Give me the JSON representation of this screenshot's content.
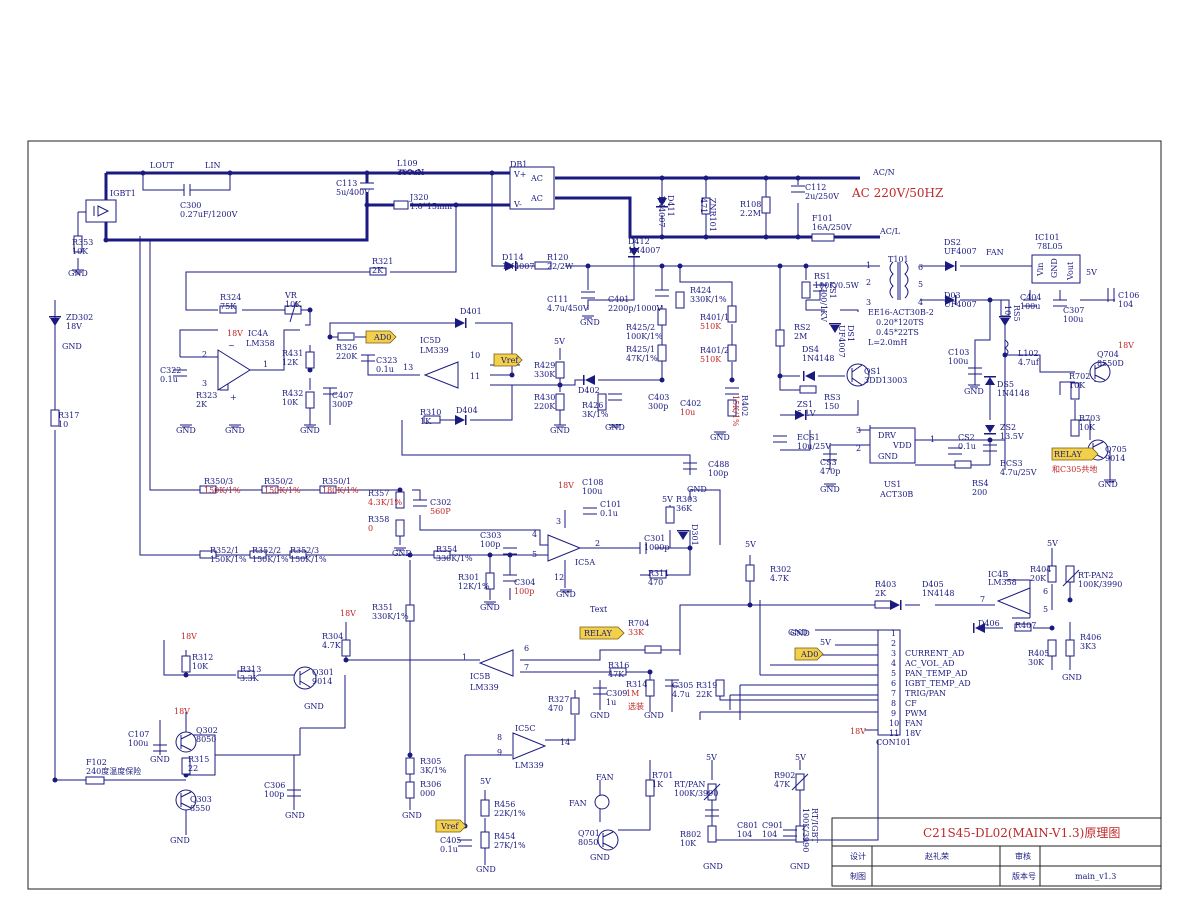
{
  "title_block": {
    "drawing_title": "C21S45-DL02(MAIN-V1.3)原理图",
    "design_label": "设计",
    "designer": "赵礼荣",
    "review_label": "审核",
    "drafting_label": "制图",
    "version_label": "版本号",
    "version": "main_v1.3"
  },
  "notes": {
    "mains": "AC 220V/50HZ",
    "ac_n": "AC/N",
    "ac_l": "AC/L",
    "ac1": "AC",
    "ac2": "AC",
    "vplus": "V+",
    "vminus": "V-",
    "text": "Text",
    "relay_note": "和C305共地",
    "option": "选装",
    "pin_inv": "~",
    "pin_gnd": "+"
  },
  "ports": {
    "lout": "LOUT",
    "lin": "LIN",
    "vref1": "Vref",
    "vref2": "Vref",
    "ad0_1": "AD0",
    "ad0_2": "AD0",
    "relay1": "RELAY",
    "relay2": "RELAY",
    "fan1": "FAN",
    "fan2": "FAN",
    "fan3": "FAN"
  },
  "rails": {
    "gnd": "GND",
    "v5": "5V",
    "v18": "18V"
  },
  "transformer": {
    "ref": "T101",
    "spec": "EE16-ACT30B-2",
    "w1": "0.20*120TS",
    "w2": "0.45*22TS",
    "l": "L=2.0mH",
    "pins": [
      "1",
      "2",
      "3",
      "4",
      "5",
      "6"
    ]
  },
  "act30": {
    "drv": "DRV",
    "vdd": "VDD",
    "gnd": "GND",
    "ref": "US1",
    "part": "ACT30B",
    "pins": [
      "1",
      "2",
      "3"
    ]
  },
  "reg": {
    "ref": "IC101",
    "part": "78L05",
    "vin": "Vin",
    "gnd": "GND",
    "vout": "Vout"
  },
  "connector": {
    "ref": "CON101",
    "gnd": "GND",
    "pins": [
      "1",
      "2",
      "3",
      "4",
      "5",
      "6",
      "7",
      "8",
      "9",
      "10",
      "11"
    ],
    "signals": [
      "CURRENT_AD",
      "AC_VOL_AD",
      "PAN_TEMP_AD",
      "IGBT_TEMP_AD",
      "TRIG/PAN",
      "CF",
      "PWM",
      "FAN"
    ]
  },
  "opamps": {
    "ic4a": {
      "ref": "IC4A",
      "part": "LM358",
      "pins": [
        "2",
        "3",
        "1"
      ]
    },
    "ic5d": {
      "ref": "IC5D",
      "part": "LM339",
      "pins": [
        "10",
        "11",
        "13"
      ]
    },
    "ic5a": {
      "ref": "IC5A",
      "part": "",
      "pins": [
        "4",
        "5",
        "2",
        "3",
        "12"
      ]
    },
    "ic5b": {
      "ref": "IC5B",
      "part": "LM339",
      "pins": [
        "6",
        "7",
        "1"
      ]
    },
    "ic5c": {
      "ref": "IC5C",
      "part": "LM339",
      "pins": [
        "8",
        "9",
        "14"
      ]
    },
    "ic4b": {
      "ref": "IC4B",
      "part": "LM358",
      "pins": [
        "6",
        "5",
        "7"
      ]
    }
  },
  "components": [
    {
      "ref": "IGBT1",
      "value": ""
    },
    {
      "ref": "R353",
      "value": "10K"
    },
    {
      "ref": "C300",
      "value": "0.27uF/1200V"
    },
    {
      "ref": "C113",
      "value": "5u/400V"
    },
    {
      "ref": "L109",
      "value": "300uH"
    },
    {
      "ref": "J320",
      "value": "1.0*15mm"
    },
    {
      "ref": "DB1",
      "value": ""
    },
    {
      "ref": "D411",
      "value": "1N4007"
    },
    {
      "ref": "ZNR101",
      "value": "471"
    },
    {
      "ref": "R108",
      "value": "2.2M"
    },
    {
      "ref": "C112",
      "value": "2u/250V"
    },
    {
      "ref": "F101",
      "value": "16A/250V"
    },
    {
      "ref": "D412",
      "value": "1N4007"
    },
    {
      "ref": "D114",
      "value": "1N4007"
    },
    {
      "ref": "R120",
      "value": "22/2W"
    },
    {
      "ref": "C111",
      "value": "4.7u/450V"
    },
    {
      "ref": "C401",
      "value": "2200p/1000V"
    },
    {
      "ref": "R424",
      "value": "330K/1%"
    },
    {
      "ref": "R401/1",
      "value": "510K"
    },
    {
      "ref": "R401/2",
      "value": "510K"
    },
    {
      "ref": "R425/2",
      "value": "100K/1%"
    },
    {
      "ref": "R425/1",
      "value": "47K/1%"
    },
    {
      "ref": "C402",
      "value": "10u"
    },
    {
      "ref": "R402",
      "value": "15K/1%"
    },
    {
      "ref": "R321",
      "value": "2K"
    },
    {
      "ref": "ZD302",
      "value": "18V"
    },
    {
      "ref": "R324",
      "value": "75K"
    },
    {
      "ref": "VR",
      "value": "10K"
    },
    {
      "ref": "C322",
      "value": "0.1u"
    },
    {
      "ref": "R323",
      "value": "2K"
    },
    {
      "ref": "R431",
      "value": "12K"
    },
    {
      "ref": "R432",
      "value": "10K"
    },
    {
      "ref": "R326",
      "value": "220K"
    },
    {
      "ref": "C407",
      "value": "300P"
    },
    {
      "ref": "C323",
      "value": "0.1u"
    },
    {
      "ref": "D401",
      "value": ""
    },
    {
      "ref": "R429",
      "value": "330K"
    },
    {
      "ref": "R430",
      "value": "220K"
    },
    {
      "ref": "D402",
      "value": ""
    },
    {
      "ref": "R426",
      "value": "3K/1%"
    },
    {
      "ref": "C403",
      "value": "300p"
    },
    {
      "ref": "R310",
      "value": "1K"
    },
    {
      "ref": "D404",
      "value": ""
    },
    {
      "ref": "R317",
      "value": "10"
    },
    {
      "ref": "RS1",
      "value": "100K/0.5W"
    },
    {
      "ref": "CS1",
      "value": "2200/1KV"
    },
    {
      "ref": "DS1",
      "value": "UF4007"
    },
    {
      "ref": "RS2",
      "value": "2M"
    },
    {
      "ref": "DS4",
      "value": "1N4148"
    },
    {
      "ref": "QS1",
      "value": "3DD13003"
    },
    {
      "ref": "RS3",
      "value": "150"
    },
    {
      "ref": "ZS1",
      "value": "5.1V"
    },
    {
      "ref": "ECS1",
      "value": "10u/25V"
    },
    {
      "ref": "CS3",
      "value": "470p"
    },
    {
      "ref": "DS2",
      "value": "UF4007"
    },
    {
      "ref": "D03",
      "value": "UF4007"
    },
    {
      "ref": "RS5",
      "value": "10"
    },
    {
      "ref": "C404",
      "value": "100u"
    },
    {
      "ref": "C307",
      "value": "100u"
    },
    {
      "ref": "C106",
      "value": "104"
    },
    {
      "ref": "C103",
      "value": "100u"
    },
    {
      "ref": "L102",
      "value": "4.7uf"
    },
    {
      "ref": "DS5",
      "value": "1N4148"
    },
    {
      "ref": "ZS2",
      "value": "13.5V"
    },
    {
      "ref": "ECS3",
      "value": "4.7u/25V"
    },
    {
      "ref": "CS2",
      "value": "0.1u"
    },
    {
      "ref": "RS4",
      "value": "200"
    },
    {
      "ref": "Q704",
      "value": "8550D"
    },
    {
      "ref": "R702",
      "value": "10K"
    },
    {
      "ref": "R703",
      "value": "10K"
    },
    {
      "ref": "Q705",
      "value": "9014"
    },
    {
      "ref": "C488",
      "value": "100p"
    },
    {
      "ref": "R350/3",
      "value": "150K/1%"
    },
    {
      "ref": "R350/2",
      "value": "150K/1%"
    },
    {
      "ref": "R350/1",
      "value": "180K/1%"
    },
    {
      "ref": "R357",
      "value": "4.3K/1%"
    },
    {
      "ref": "R358",
      "value": "0"
    },
    {
      "ref": "C302",
      "value": "560P"
    },
    {
      "ref": "C108",
      "value": "100u"
    },
    {
      "ref": "C101",
      "value": "0.1u"
    },
    {
      "ref": "R303",
      "value": "36K"
    },
    {
      "ref": "D301",
      "value": ""
    },
    {
      "ref": "R352/1",
      "value": "150K/1%"
    },
    {
      "ref": "R352/2",
      "value": "150K/1%"
    },
    {
      "ref": "R352/3",
      "value": "150K/1%"
    },
    {
      "ref": "C303",
      "value": "100p"
    },
    {
      "ref": "R354",
      "value": "330K/1%"
    },
    {
      "ref": "R301",
      "value": "12K/1%"
    },
    {
      "ref": "C304",
      "value": "100p"
    },
    {
      "ref": "C301",
      "value": "1000p"
    },
    {
      "ref": "R311",
      "value": "470"
    },
    {
      "ref": "R302",
      "value": "4.7K"
    },
    {
      "ref": "R403",
      "value": "2K"
    },
    {
      "ref": "D405",
      "value": "1N4148"
    },
    {
      "ref": "R404",
      "value": "20K"
    },
    {
      "ref": "RT-PAN2",
      "value": "100K/3990"
    },
    {
      "ref": "D406",
      "value": ""
    },
    {
      "ref": "R407",
      "value": ""
    },
    {
      "ref": "R405",
      "value": "30K"
    },
    {
      "ref": "R406",
      "value": "3K3"
    },
    {
      "ref": "R351",
      "value": "330K/1%"
    },
    {
      "ref": "R312",
      "value": "10K"
    },
    {
      "ref": "R304",
      "value": "4.7K"
    },
    {
      "ref": "R313",
      "value": "3.3K"
    },
    {
      "ref": "Q301",
      "value": "9014"
    },
    {
      "ref": "R704",
      "value": "33K"
    },
    {
      "ref": "R316",
      "value": "47K"
    },
    {
      "ref": "R314",
      "value": "1M"
    },
    {
      "ref": "C309",
      "value": "1u"
    },
    {
      "ref": "C305",
      "value": "4.7u"
    },
    {
      "ref": "R319",
      "value": "22K"
    },
    {
      "ref": "R327",
      "value": "470"
    },
    {
      "ref": "C107",
      "value": "100u"
    },
    {
      "ref": "Q302",
      "value": "8050"
    },
    {
      "ref": "R315",
      "value": "22"
    },
    {
      "ref": "Q303",
      "value": "8550"
    },
    {
      "ref": "C306",
      "value": "100p"
    },
    {
      "ref": "F102",
      "value": "240度温度保险"
    },
    {
      "ref": "R305",
      "value": "3K/1%"
    },
    {
      "ref": "R306",
      "value": "000"
    },
    {
      "ref": "R456",
      "value": "22K/1%"
    },
    {
      "ref": "R454",
      "value": "27K/1%"
    },
    {
      "ref": "C405",
      "value": "0.1u"
    },
    {
      "ref": "R701",
      "value": "1K"
    },
    {
      "ref": "Q701",
      "value": "8050"
    },
    {
      "ref": "RT/PAN",
      "value": "100K/3990"
    },
    {
      "ref": "R802",
      "value": "10K"
    },
    {
      "ref": "C801",
      "value": "104"
    },
    {
      "ref": "R902",
      "value": "47K"
    },
    {
      "ref": "C901",
      "value": "104"
    },
    {
      "ref": "RT/IGBT",
      "value": "100K/3990"
    }
  ]
}
